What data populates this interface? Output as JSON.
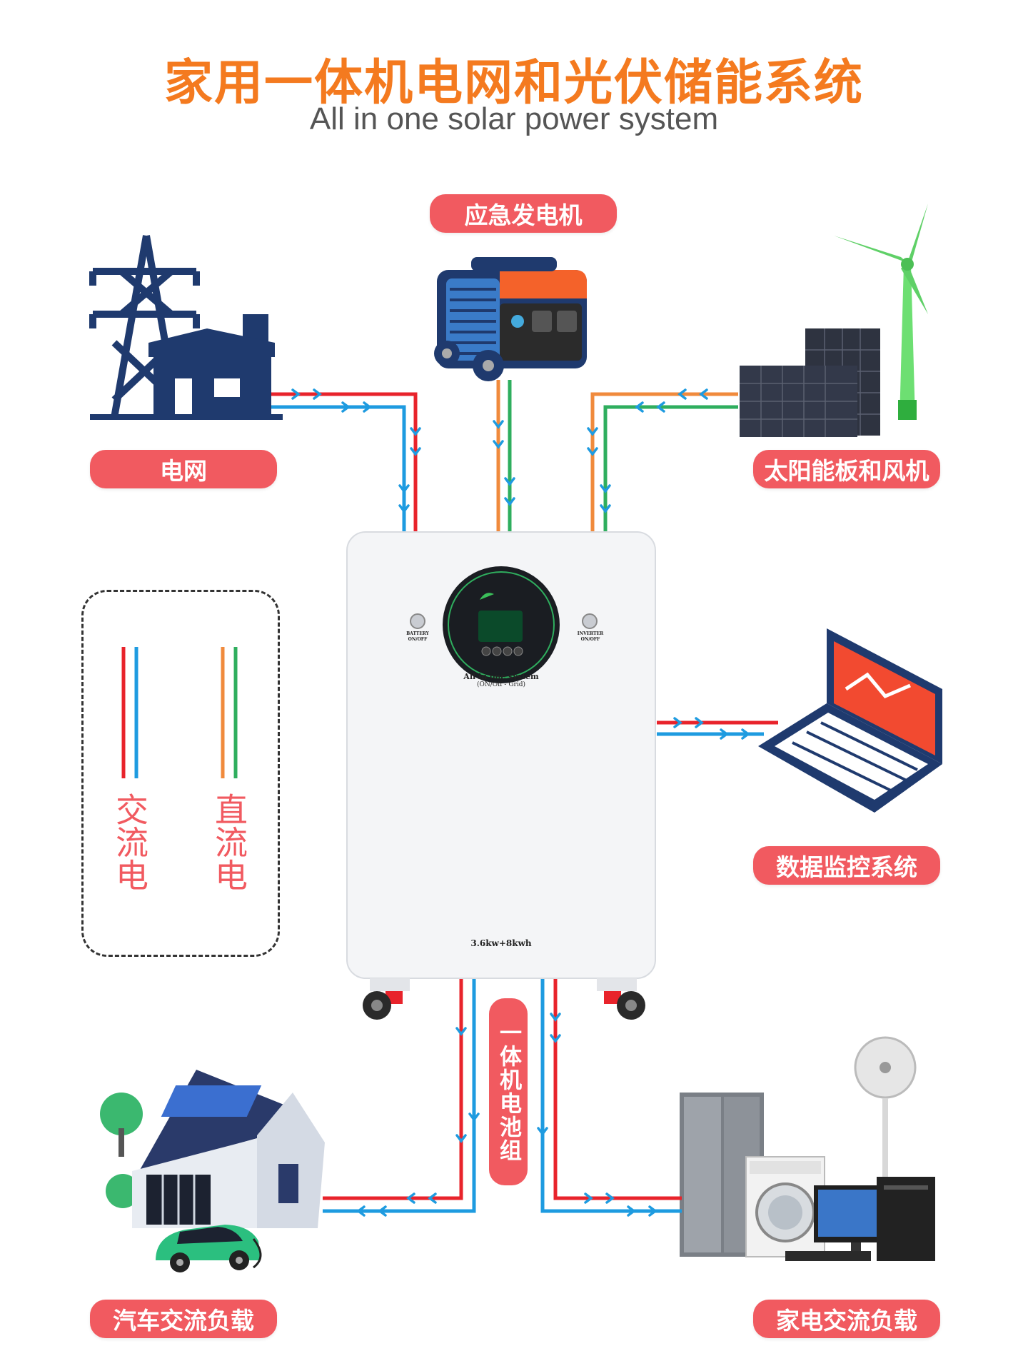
{
  "header": {
    "title": "家用一体机电网和光伏储能系统",
    "subtitle": "All in one solar power system"
  },
  "nodes": {
    "grid": "电网",
    "generator": "应急发电机",
    "solar_wind": "太阳能板和风机",
    "monitoring": "数据监控系统",
    "car_load": "汽车交流负载",
    "appliance_load": "家电交流负载",
    "battery": "一体机电池组"
  },
  "legend": {
    "ac": "交流电",
    "dc": "直流电"
  },
  "unit": {
    "display_title": "All in one system",
    "display_sub": "(ON/Off - Grid)",
    "rating": "3.6kw+8kwh",
    "left_switch": "BATTERY ON/OFF",
    "right_switch": "INVERTER ON/OFF"
  },
  "colors": {
    "ac_line_1": "#e8232b",
    "ac_line_2": "#1e9be0",
    "dc_line_1": "#f08a3c",
    "dc_line_2": "#2fae5e",
    "pill": "#f15a60",
    "title": "#f47a1f"
  }
}
